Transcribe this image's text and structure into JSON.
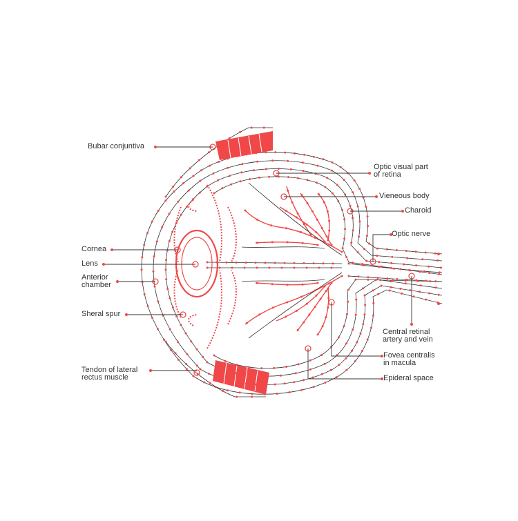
{
  "diagram": {
    "colors": {
      "line": "#333333",
      "anchor": "#f04848",
      "muscle": "#f04848",
      "background": "#ffffff"
    },
    "labels": {
      "bulbar_conjunctiva": "Bubar conjuntiva",
      "cornea": "Cornea",
      "lens": "Lens",
      "anterior_chamber_1": "Anterior",
      "anterior_chamber_2": "chamber",
      "scleral_spur": "Sheral spur",
      "tendon_1": "Tendon of lateral",
      "tendon_2": "rectus muscle",
      "optic_visual_1": "Optic visual part",
      "optic_visual_2": "of retina",
      "vitreous_body": "Vieneous body",
      "choroid": "Charoid",
      "optic_nerve": "Optic nerve",
      "central_retinal_1": "Central retinal",
      "central_retinal_2": "artery and vein",
      "fovea_1": "Fovea centralis",
      "fovea_2": "in macula",
      "epidural_space": "Epideral space"
    }
  }
}
